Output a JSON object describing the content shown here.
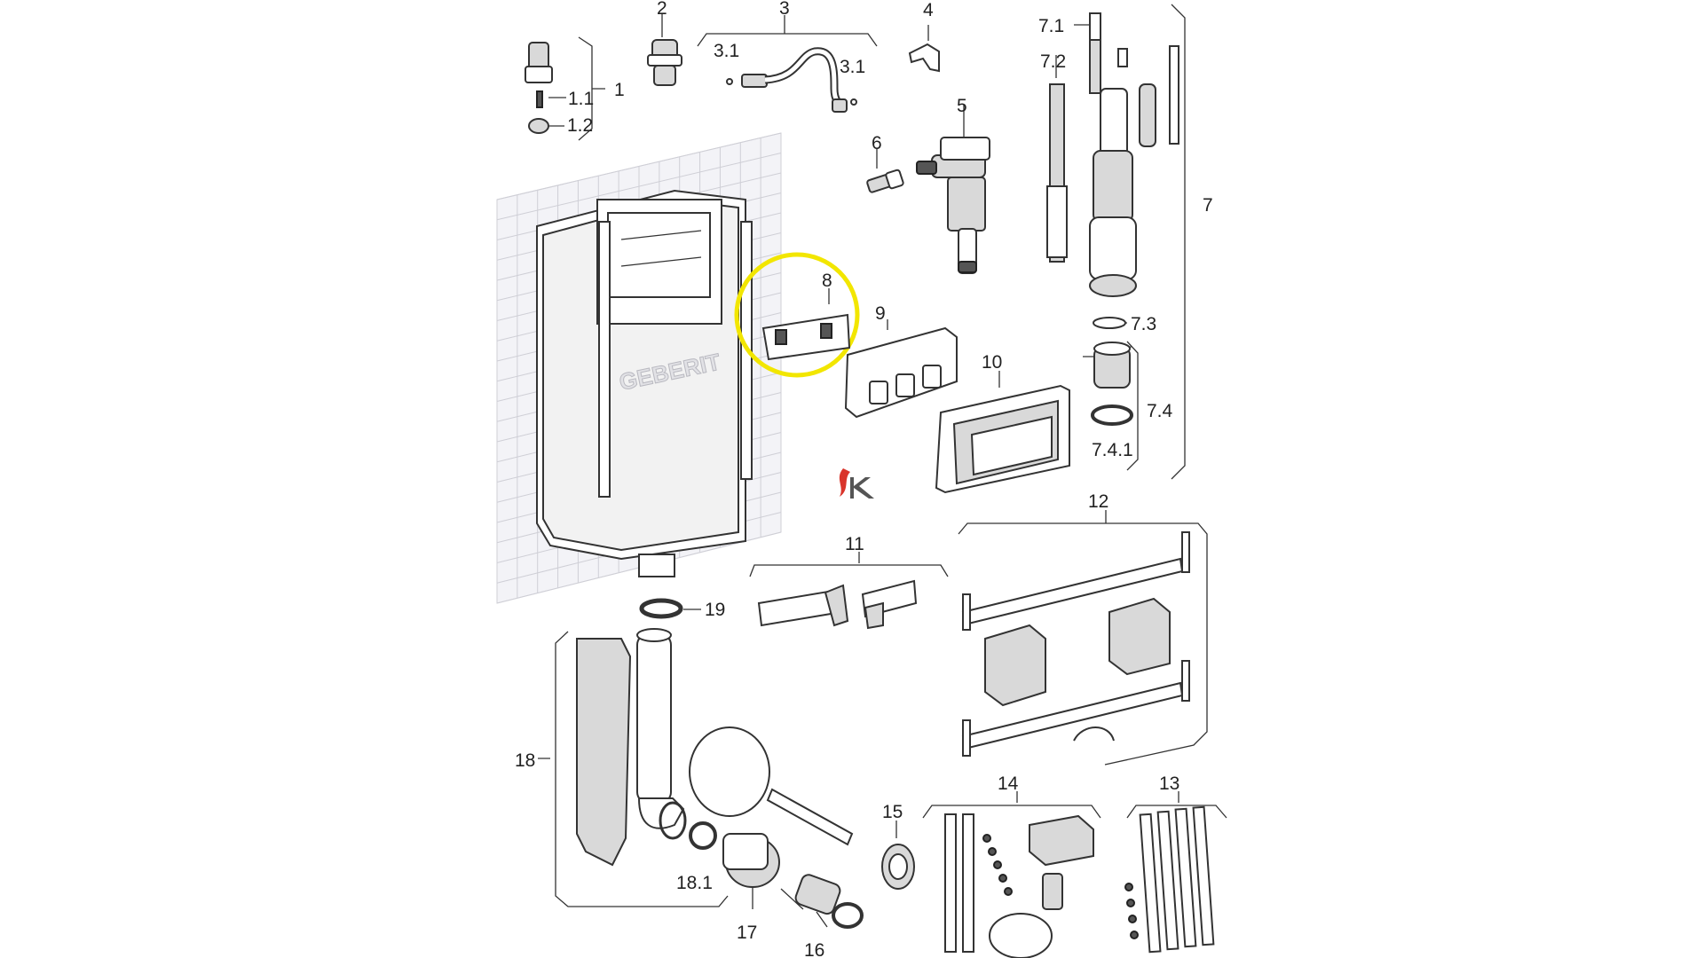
{
  "diagram": {
    "highlight_color": "#f2e600",
    "logo_colors": [
      "#d9342b",
      "#555555"
    ],
    "tank_brand_text": "GEBERIT",
    "labels": {
      "p1": "1",
      "p1_1": "1.1",
      "p1_2": "1.2",
      "p2": "2",
      "p3": "3",
      "p3_1a": "3.1",
      "p3_1b": "3.1",
      "p4": "4",
      "p5": "5",
      "p6": "6",
      "p7": "7",
      "p7_1": "7.1",
      "p7_2": "7.2",
      "p7_3": "7.3",
      "p7_4": "7.4",
      "p7_4_1": "7.4.1",
      "p8": "8",
      "p9": "9",
      "p10": "10",
      "p11": "11",
      "p12": "12",
      "p13": "13",
      "p14": "14",
      "p15": "15",
      "p16": "16",
      "p17": "17",
      "p18": "18",
      "p18_1": "18.1",
      "p19": "19"
    }
  }
}
